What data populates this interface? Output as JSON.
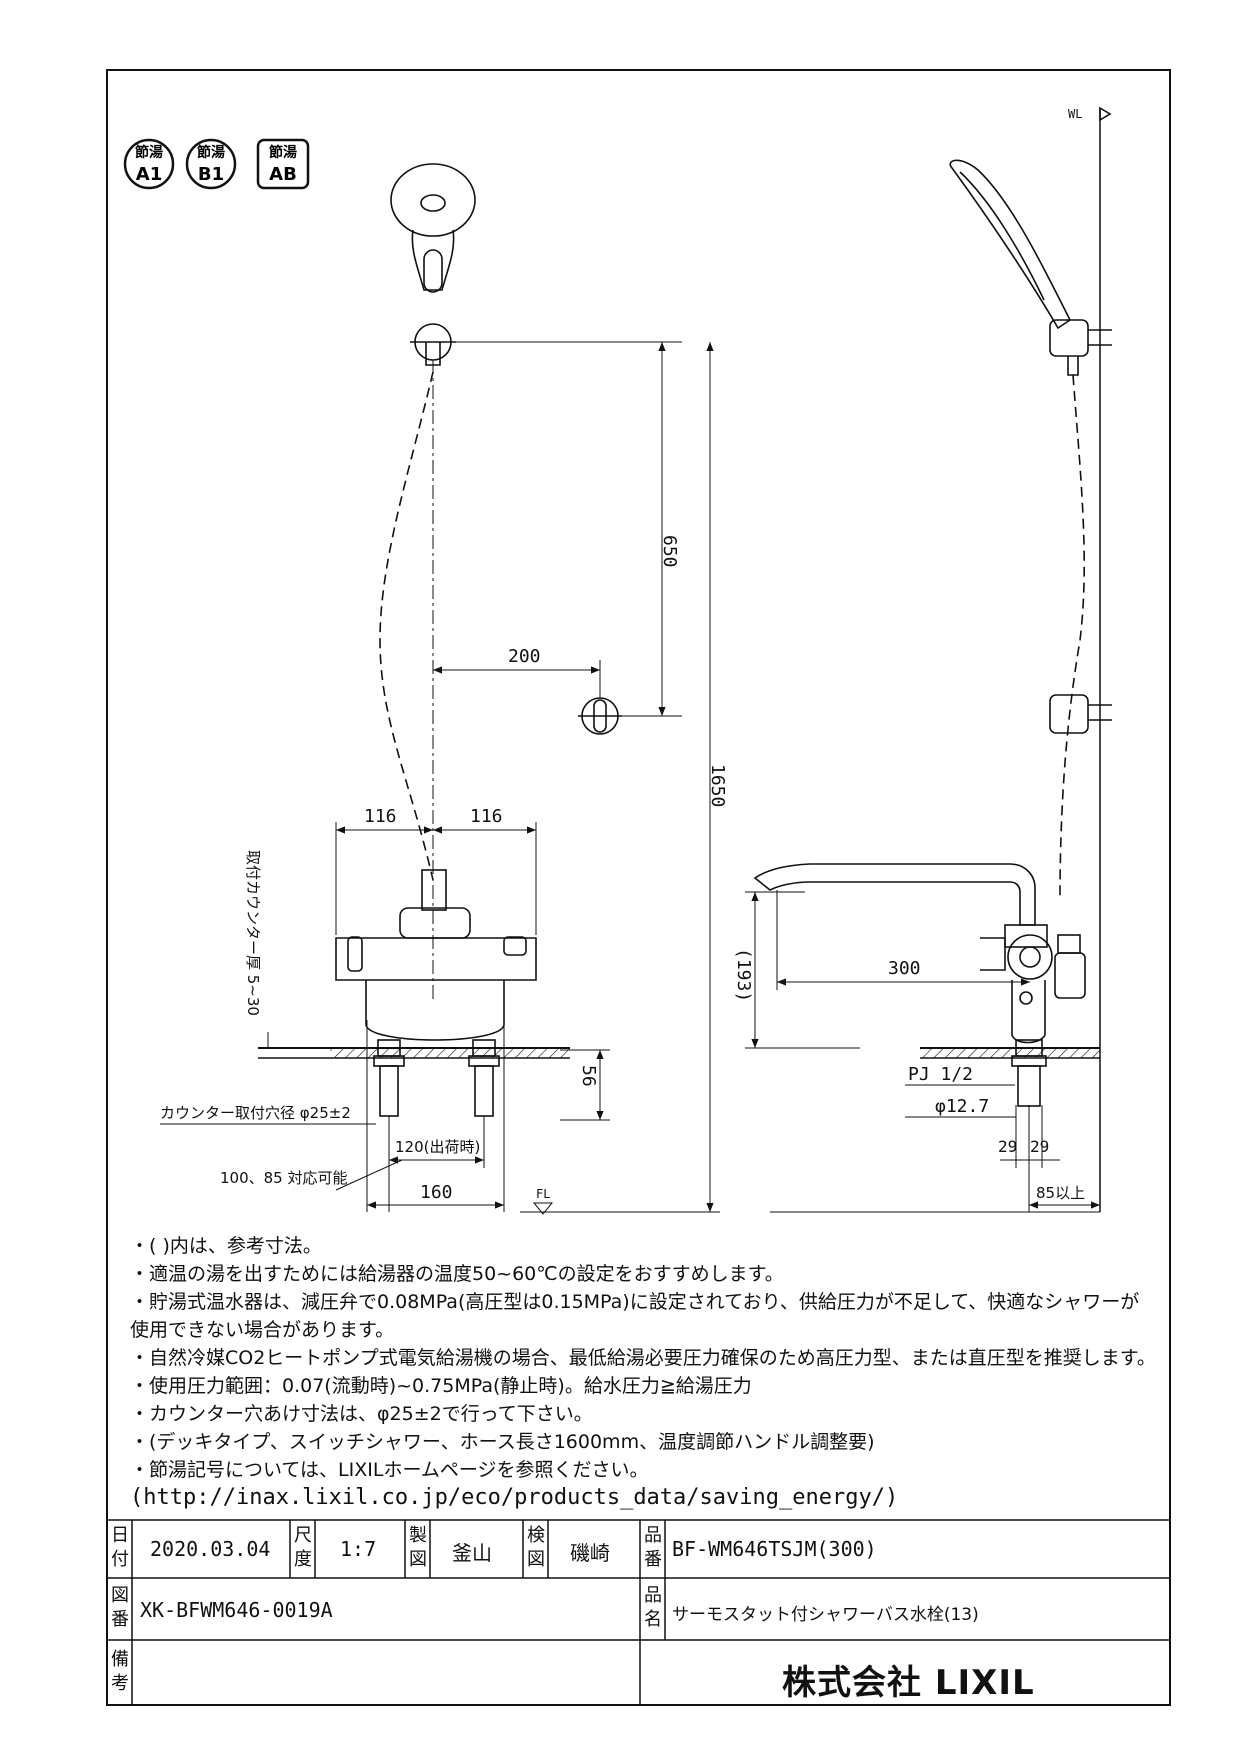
{
  "badges": [
    {
      "top": "節湯",
      "bottom": "A1"
    },
    {
      "top": "節湯",
      "bottom": "B1"
    },
    {
      "top": "節湯",
      "bottom": "AB"
    }
  ],
  "dimensions": {
    "wl": "WL",
    "fl": "FL",
    "d650": "650",
    "d1650": "1650",
    "d200": "200",
    "d116_left": "116",
    "d116_right": "116",
    "counter_thickness": "取付カウンター厚 5~30",
    "d56": "56",
    "hole": "カウンター取付穴径 φ25±2",
    "d120": "120(出荷時)",
    "compat": "100、85 対応可能",
    "d160": "160",
    "d193": "(193)",
    "d300": "300",
    "pj": "PJ 1/2",
    "phi": "φ12.7",
    "d29a": "29",
    "d29b": "29",
    "d85": "85以上"
  },
  "notes": [
    "・(  )内は、参考寸法。",
    "・適温の湯を出すためには給湯器の温度50~60℃の設定をおすすめします。",
    "・貯湯式温水器は、減圧弁で0.08MPa(高圧型は0.15MPa)に設定されており、供給圧力が不足して、快適なシャワーが",
    "使用できない場合があります。",
    "・自然冷媒CO2ヒートポンプ式電気給湯機の場合、最低給湯必要圧力確保のため高圧力型、または直圧型を推奨します。",
    "・使用圧力範囲：0.07(流動時)~0.75MPa(静止時)。給水圧力≧給湯圧力",
    "・カウンター穴あけ寸法は、φ25±2で行って下さい。",
    "・(デッキタイプ、スイッチシャワー、ホース長さ1600mm、温度調節ハンドル調整要)",
    "・節湯記号については、LIXILホームページを参照ください。"
  ],
  "url": "(http://inax.lixil.co.jp/eco/products_data/saving_energy/)",
  "title_block": {
    "date_label": "日付",
    "date": "2020.03.04",
    "scale_label": "尺度",
    "scale": "1:7",
    "drawn_label": "製図",
    "drawn": "釜山",
    "checked_label": "検図",
    "checked": "磯崎",
    "part_no_label": "品番",
    "part_no": "BF-WM646TSJM(300)",
    "drawing_no_label": "図番",
    "drawing_no": "XK-BFWM646-0019A",
    "name_label": "品名",
    "name": "サーモスタット付シャワーバス水栓(13)",
    "remarks_label": "備考",
    "company": "株式会社 LIXIL"
  }
}
